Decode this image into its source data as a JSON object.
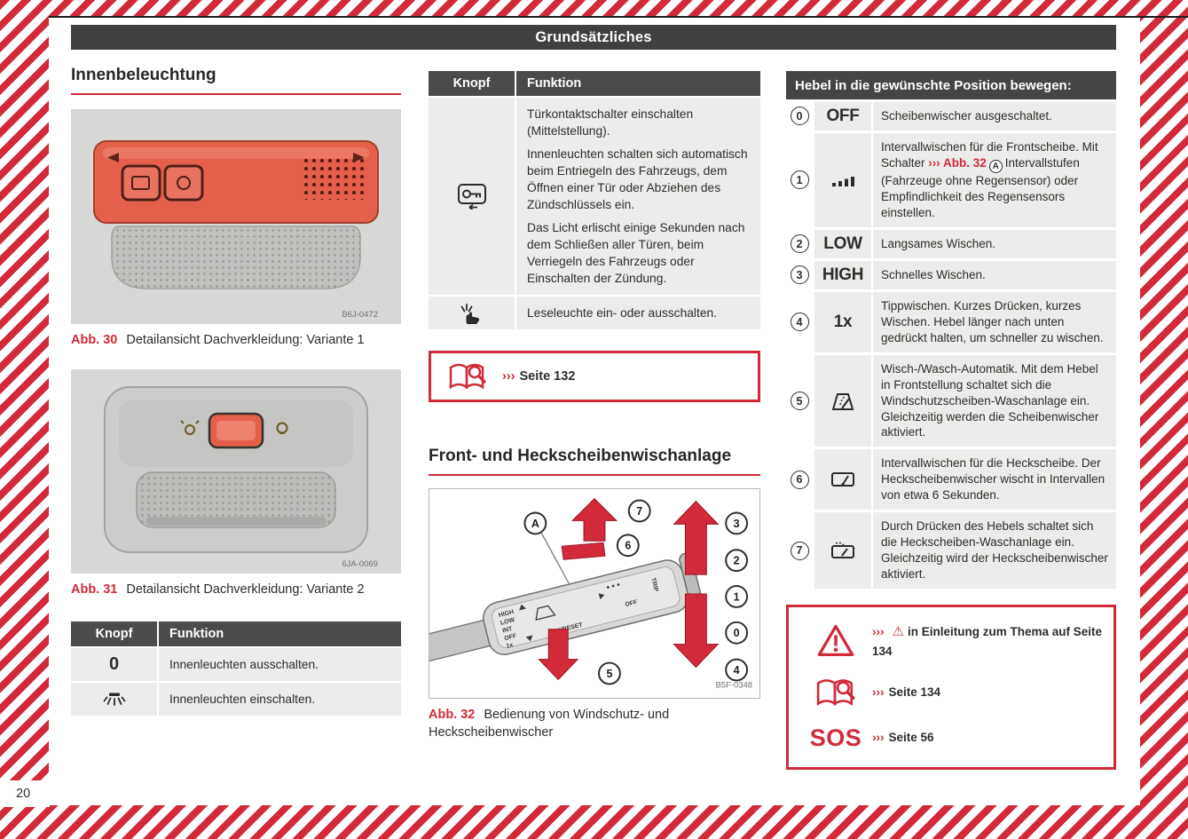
{
  "page": {
    "header_title": "Grundsätzliches",
    "page_number": "20",
    "colors": {
      "accent_red": "#d22a38",
      "bar_dark": "#3f403f",
      "table_header_bg": "#4b4b49",
      "row_bg": "#ececea",
      "figure_bg": "#d7d7d5"
    }
  },
  "left": {
    "section_title": "Innenbeleuchtung",
    "fig30": {
      "label": "Abb. 30",
      "caption": "Detailansicht Dachverkleidung: Variante 1",
      "code": "B6J-0472"
    },
    "fig31": {
      "label": "Abb. 31",
      "caption": "Detailansicht Dachverkleidung: Variante 2",
      "code": "6JA-0069"
    },
    "table": {
      "col_knopf": "Knopf",
      "col_funktion": "Funktion",
      "rows": [
        {
          "knopf": "0",
          "funktion": "Innenleuchten ausschalten."
        },
        {
          "knopf_icon": "interior-light-icon",
          "funktion": "Innenleuchten einschalten."
        }
      ]
    }
  },
  "middle": {
    "table": {
      "col_knopf": "Knopf",
      "col_funktion": "Funktion",
      "row_door": {
        "icon": "door-contact-switch-icon",
        "p1": "Türkontaktschalter einschalten (Mittelstellung).",
        "p2": "Innenleuchten schalten sich automatisch beim Entriegeln des Fahrzeugs, dem Öffnen einer Tür oder Abziehen des Zündschlüssels ein.",
        "p3": "Das Licht erlischt einige Sekunden nach dem Schließen aller Türen, beim Verriegeln des Fahrzeugs oder Einschalten der Zündung."
      },
      "row_reading": {
        "icon": "reading-light-icon",
        "funktion": "Leseleuchte ein- oder ausschalten."
      }
    },
    "ref_box": {
      "arrows": "›››",
      "text": "Seite 132"
    },
    "section_title": "Front- und Heckscheibenwischanlage",
    "fig32": {
      "label": "Abb. 32",
      "caption": "Bedienung von Windschutz- und Heckscheibenwischer",
      "code": "B5F-0348",
      "stalk": {
        "high": "HIGH",
        "low": "LOW",
        "int": "INT",
        "off": "OFF",
        "once": "1x",
        "ok_reset": "OK/RESET",
        "off2": "OFF",
        "trip": "TRIP"
      },
      "callouts": {
        "a": "A",
        "n7": "7",
        "n6": "6",
        "n3": "3",
        "n2": "2",
        "n1": "1",
        "n0": "0",
        "n4": "4",
        "n5": "5"
      }
    }
  },
  "right": {
    "title": "Hebel in die gewünschte Position bewegen:",
    "rows": [
      {
        "num": "0",
        "symbol": "OFF",
        "desc": "Scheibenwischer ausgeschaltet."
      },
      {
        "num": "1",
        "symbol_icon": "intermittent-bars-icon",
        "desc_pre": "Intervallwischen für die Frontscheibe. Mit Schalter ",
        "link": "››› Abb. 32",
        "badge": "A",
        "desc_post": "Intervallstufen (Fahrzeuge ohne Regensensor) oder Empfindlichkeit des Regensensors einstellen."
      },
      {
        "num": "2",
        "symbol": "LOW",
        "desc": "Langsames Wischen."
      },
      {
        "num": "3",
        "symbol": "HIGH",
        "desc": "Schnelles Wischen."
      },
      {
        "num": "4",
        "symbol": "1x",
        "desc": "Tippwischen. Kurzes Drücken, kurzes Wischen. Hebel länger nach unten gedrückt halten, um schneller zu wischen."
      },
      {
        "num": "5",
        "symbol_icon": "windshield-wash-icon",
        "desc": "Wisch-/Wasch-Automatik. Mit dem Hebel in Frontstellung schaltet sich die Windschutzscheiben-Waschanlage ein. Gleichzeitig werden die Scheibenwischer aktiviert."
      },
      {
        "num": "6",
        "symbol_icon": "rear-wiper-icon",
        "desc": "Intervallwischen für die Heckscheibe. Der Heckscheibenwischer wischt in Intervallen von etwa 6 Sekunden."
      },
      {
        "num": "7",
        "symbol_icon": "rear-wash-icon",
        "desc": "Durch Drücken des Hebels schaltet sich die Heckscheiben-Waschanlage ein. Gleichzeitig wird der Heckscheibenwischer aktiviert."
      }
    ],
    "info_box": {
      "warning": {
        "arrows": "›››",
        "glyph": "⚠",
        "text": "in Einleitung zum Thema auf Seite 134"
      },
      "book": {
        "arrows": "›››",
        "text": "Seite 134"
      },
      "sos": {
        "label": "SOS",
        "arrows": "›››",
        "text": "Seite 56"
      }
    }
  }
}
